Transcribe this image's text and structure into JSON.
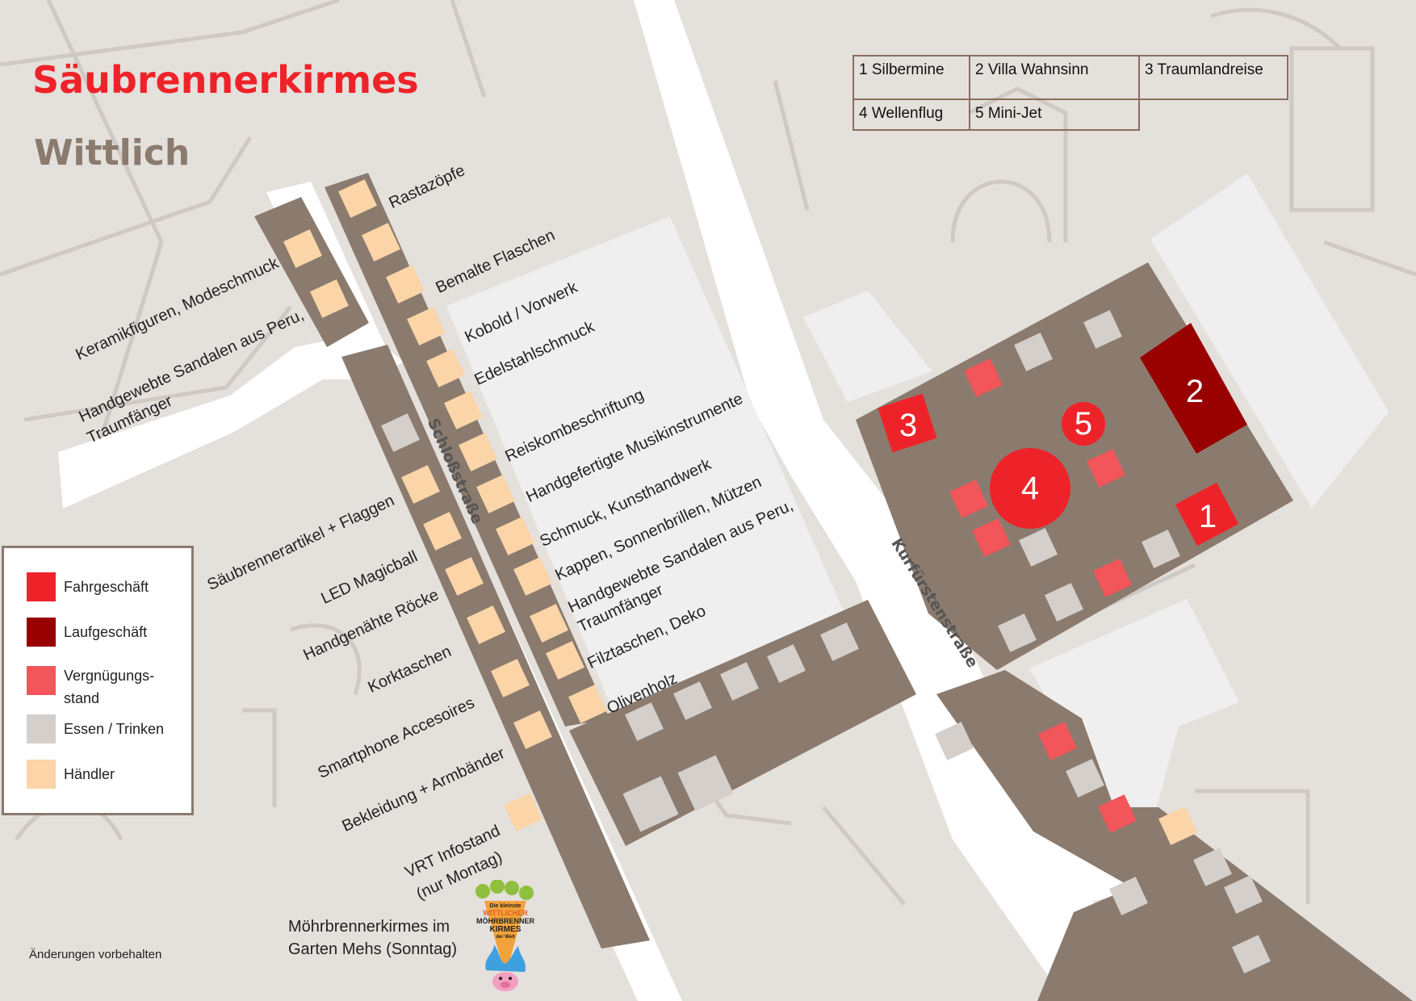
{
  "title": "Säubrennerkirmes",
  "subtitle": "Wittlich",
  "streets": {
    "schloss": "Schloßstraße",
    "kurfuersten": "Kurfürstenstraße"
  },
  "rides_table": {
    "r1": "1 Silbermine",
    "r2": "2 Villa Wahnsinn",
    "r3": "3 Traumlandreise",
    "r4": "4 Wellenflug",
    "r5": "5 Mini-Jet"
  },
  "ride_numbers": [
    "1",
    "2",
    "3",
    "4",
    "5"
  ],
  "legend": [
    {
      "label": "Fahrgeschäft",
      "color": "#ee2329"
    },
    {
      "label": "Laufgeschäft",
      "color": "#990000"
    },
    {
      "label": "Vergnügungs-stand",
      "color": "#f2555a"
    },
    {
      "label": "Essen / Trinken",
      "color": "#d4cfcb"
    },
    {
      "label": "Händler",
      "color": "#fbd5a8"
    }
  ],
  "vendors_left": {
    "v1": "Keramikfiguren, Modeschmuck",
    "v2a": "Handgewebte Sandalen aus Peru,",
    "v2b": "Traumfänger",
    "v3": "Säubrennerartikel + Flaggen",
    "v4": "LED Magicball",
    "v5": "Handgenähte Röcke",
    "v6": "Korktaschen",
    "v7": "Smartphone Accesoires",
    "v8": "Bekleidung + Armbänder",
    "v9a": "VRT Infostand",
    "v9b": "(nur Montag)"
  },
  "vendors_right": {
    "v1": "Rastazöpfe",
    "v2": "Bemalte Flaschen",
    "v3": "Kobold / Vorwerk",
    "v4": "Edelstahlschmuck",
    "v5": "Reiskombeschriftung",
    "v6": "Handgefertigte Musikinstrumente",
    "v7": "Schmuck, Kunsthandwerk",
    "v8": "Kappen, Sonnenbrillen, Mützen",
    "v9a": "Handgewebte Sandalen aus Peru,",
    "v9b": "Traumfänger",
    "v10": "Filztaschen, Deko",
    "v11": "Olivenholz"
  },
  "moehr_text": {
    "line1": "Möhrbrennerkirmes im",
    "line2": "Garten Mehs (Sonntag)"
  },
  "logo_text": [
    "Die kleinste",
    "WITTLICHER",
    "MÖHRBRENNER",
    "KIRMES",
    "der Welt"
  ],
  "footnote": "Änderungen vorbehalten"
}
